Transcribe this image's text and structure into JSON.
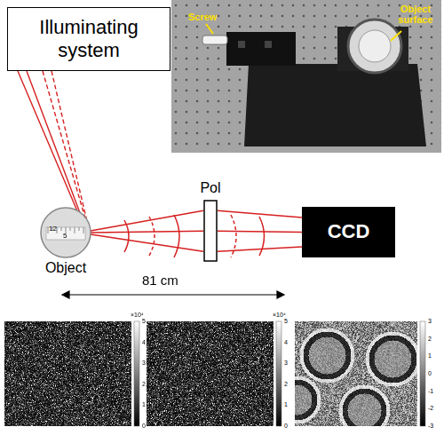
{
  "diagram": {
    "nodes": [
      {
        "text": [
          "Illuminating system"
        ]
      },
      {
        "text": [
          "Object"
        ]
      },
      {
        "text": [
          "Pol"
        ]
      },
      {
        "text": [
          "CCD"
        ]
      }
    ],
    "edges": [
      {
        "from": 0,
        "to": 1,
        "arrow": "none"
      },
      {
        "from": 1,
        "to": 2,
        "arrow": "none"
      },
      {
        "from": 2,
        "to": 3,
        "arrow": "none"
      }
    ],
    "labels": [
      "Screw",
      "Object surface",
      "12",
      "5",
      "81 cm",
      "×10⁴",
      "5",
      "4",
      "3",
      "2",
      "1",
      "0",
      "×10⁴",
      "5",
      "4",
      "3",
      "2",
      "1",
      "0",
      "3",
      "2",
      "1",
      "0",
      "-1",
      "-2",
      "-3"
    ]
  }
}
